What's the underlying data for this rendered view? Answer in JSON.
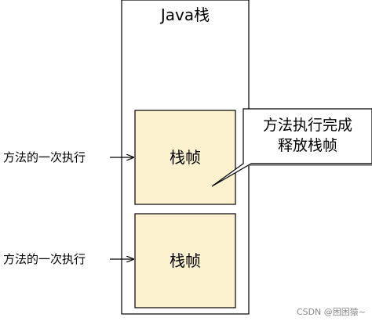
{
  "stack": {
    "title": "Java栈",
    "frames": [
      {
        "label": "栈帧",
        "invoked_by": "方法的一次执行"
      },
      {
        "label": "栈帧",
        "invoked_by": "方法的一次执行"
      }
    ]
  },
  "callout": {
    "line1": "方法执行完成",
    "line2": "释放栈帧"
  },
  "watermark": "CSDN @困困猿~",
  "colors": {
    "frame_fill": "#fdf2d0",
    "stroke": "#000000",
    "background": "#ffffff"
  }
}
